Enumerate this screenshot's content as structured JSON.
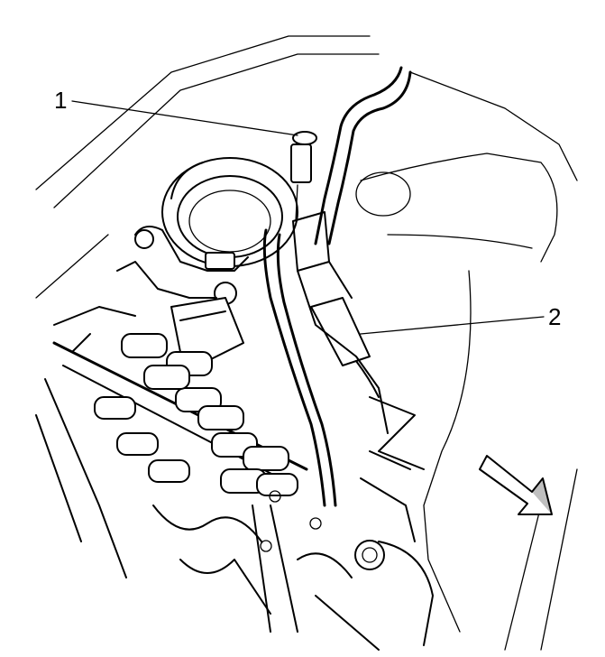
{
  "callouts": [
    {
      "id": "1",
      "label": "1"
    },
    {
      "id": "2",
      "label": "2"
    }
  ],
  "icons": {
    "direction_arrow": "arrow-right-down-icon"
  }
}
